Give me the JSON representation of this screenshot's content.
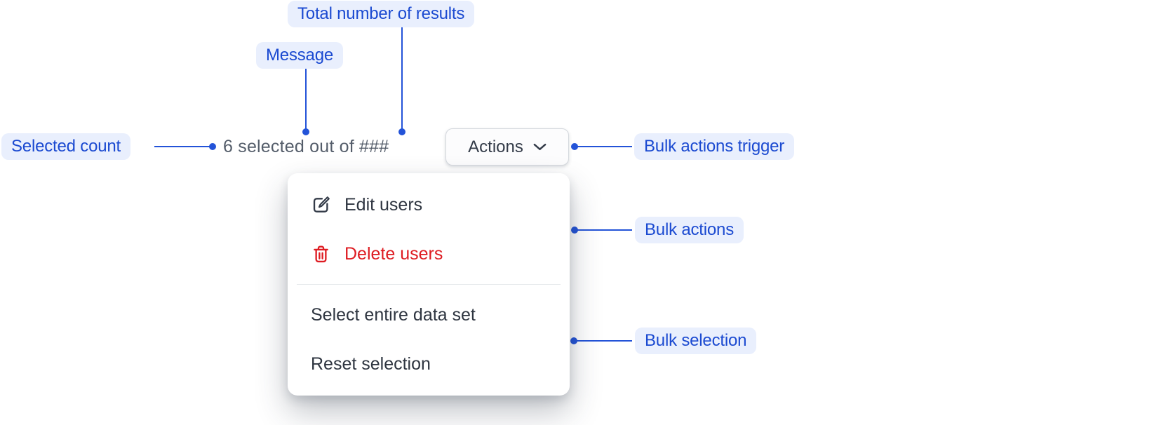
{
  "colors": {
    "accent-blue": "#1b4ad1",
    "annotation-bg": "#e9effd",
    "connector-blue": "#2353d8",
    "message-gray": "#545d6a",
    "menu-text": "#2e3540",
    "danger-red": "#de1c22",
    "icon-slate": "#333b48",
    "button-border": "#d4d8dd",
    "button-bg": "#fcfcfd",
    "surface": "#ffffff"
  },
  "annotations": {
    "total_results": {
      "label": "Total number of results"
    },
    "message": {
      "label": "Message"
    },
    "selected_count": {
      "label": "Selected count"
    },
    "bulk_actions_trigger": {
      "label": "Bulk actions trigger"
    },
    "bulk_actions": {
      "label": "Bulk actions"
    },
    "bulk_selection": {
      "label": "Bulk selection"
    }
  },
  "selection_bar": {
    "message_text": "6 selected out of ###",
    "selected_count_value": "6",
    "total_placeholder": "###",
    "actions_button": {
      "label": "Actions",
      "icon": "chevron-down-icon"
    }
  },
  "bulk_actions_menu": {
    "items": [
      {
        "label": "Edit users",
        "icon": "edit-icon",
        "danger": false
      },
      {
        "label": "Delete users",
        "icon": "trash-icon",
        "danger": true
      }
    ],
    "selection_items": [
      {
        "label": "Select entire data set"
      },
      {
        "label": "Reset selection"
      }
    ]
  }
}
